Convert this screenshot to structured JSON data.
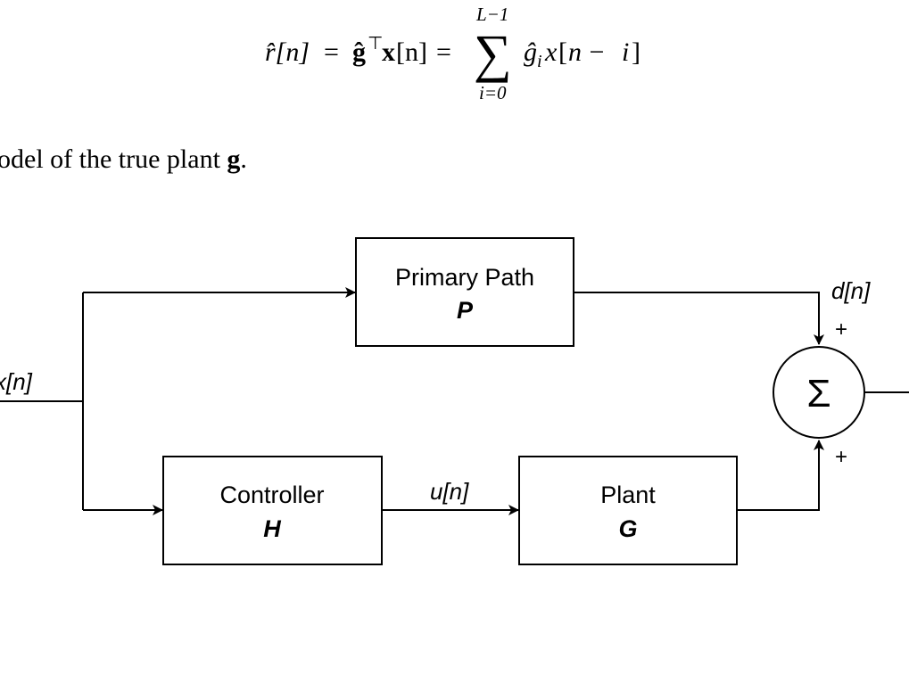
{
  "equation": {
    "lhs": "r̂[n]",
    "eq1": "=",
    "g_hat": "ĝ",
    "transpose": "⊤",
    "x_vec": "x",
    "x_arg": "[n]",
    "eq2": "=",
    "sum_symbol": "∑",
    "upper_limit": "L−1",
    "lower_limit": "i=0",
    "summand_g": "ĝ",
    "summand_sub": "i",
    "summand_x": "x",
    "summand_arg_open": "[",
    "summand_n": "n",
    "summand_minus": " − ",
    "summand_i": "i",
    "summand_arg_close": "]"
  },
  "prose": {
    "text_before": "odel of the true plant ",
    "bold": "g",
    "text_after": "."
  },
  "diagram": {
    "blocks": {
      "primary_path": {
        "name": "Primary Path",
        "symbol": "P"
      },
      "controller": {
        "name": "Controller",
        "symbol": "H"
      },
      "plant": {
        "name": "Plant",
        "symbol": "G"
      }
    },
    "signals": {
      "input": "x[n]",
      "control": "u[n]",
      "disturbance": "d[n]"
    },
    "summing_junction": {
      "symbol": "Σ",
      "top_sign": "+",
      "bottom_sign": "+"
    }
  }
}
